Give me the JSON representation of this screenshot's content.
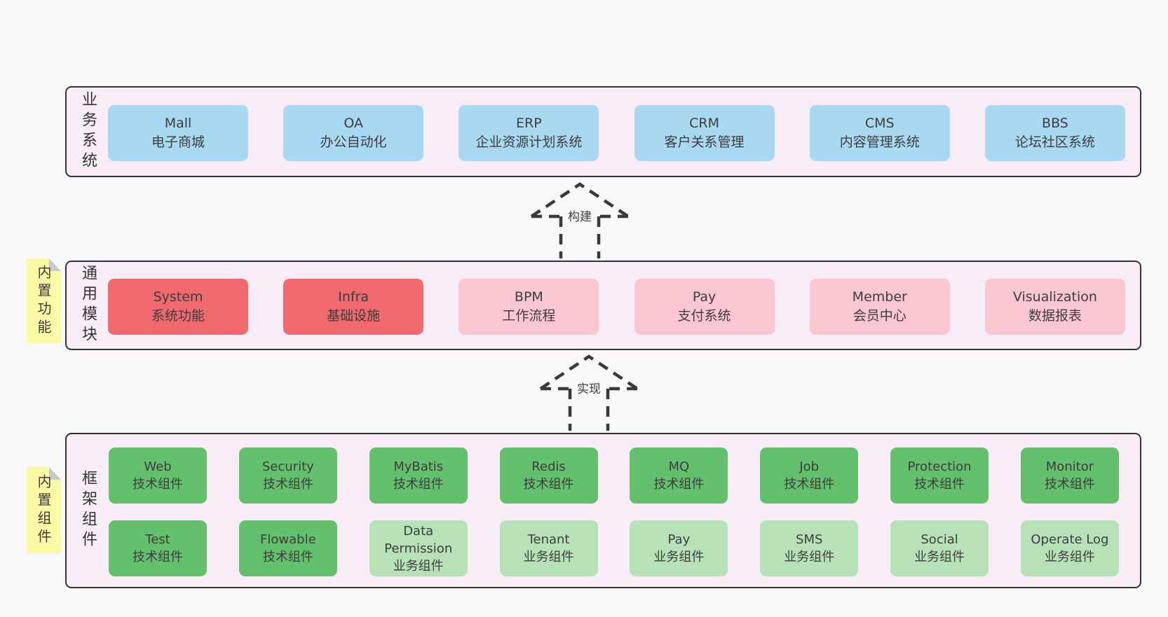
{
  "diagram": {
    "palette": {
      "background": "#f8f8f8",
      "container_fill": "#f8edf6",
      "container_border": "#333333",
      "note_yellow": "#fbf9a3",
      "note_fold": "#c9c9c9",
      "arrow_stroke": "#3a3a3a",
      "text": "#3d3d3d",
      "blue": "#a9d8f1",
      "red": "#f0696e",
      "pink": "#fac7d1",
      "green": "#63c06d",
      "lightgreen": "#b7e2b8"
    },
    "arrows": [
      {
        "label": "构建"
      },
      {
        "label": "实现"
      }
    ],
    "sections": [
      {
        "label": "业务系统",
        "rows": [
          [
            {
              "title": "Mall",
              "subtitle": "电子商城",
              "variant": "blue"
            },
            {
              "title": "OA",
              "subtitle": "办公自动化",
              "variant": "blue"
            },
            {
              "title": "ERP",
              "subtitle": "企业资源计划系统",
              "variant": "blue"
            },
            {
              "title": "CRM",
              "subtitle": "客户关系管理",
              "variant": "blue"
            },
            {
              "title": "CMS",
              "subtitle": "内容管理系统",
              "variant": "blue"
            },
            {
              "title": "BBS",
              "subtitle": "论坛社区系统",
              "variant": "blue"
            }
          ]
        ]
      },
      {
        "label": "通用模块",
        "note": "内置功能",
        "rows": [
          [
            {
              "title": "System",
              "subtitle": "系统功能",
              "variant": "red"
            },
            {
              "title": "Infra",
              "subtitle": "基础设施",
              "variant": "red"
            },
            {
              "title": "BPM",
              "subtitle": "工作流程",
              "variant": "pink"
            },
            {
              "title": "Pay",
              "subtitle": "支付系统",
              "variant": "pink"
            },
            {
              "title": "Member",
              "subtitle": "会员中心",
              "variant": "pink"
            },
            {
              "title": "Visualization",
              "subtitle": "数据报表",
              "variant": "pink"
            }
          ]
        ]
      },
      {
        "label": "框架组件",
        "note": "内置组件",
        "rows": [
          [
            {
              "title": "Web",
              "subtitle": "技术组件",
              "variant": "green"
            },
            {
              "title": "Security",
              "subtitle": "技术组件",
              "variant": "green"
            },
            {
              "title": "MyBatis",
              "subtitle": "技术组件",
              "variant": "green"
            },
            {
              "title": "Redis",
              "subtitle": "技术组件",
              "variant": "green"
            },
            {
              "title": "MQ",
              "subtitle": "技术组件",
              "variant": "green"
            },
            {
              "title": "Job",
              "subtitle": "技术组件",
              "variant": "green"
            },
            {
              "title": "Protection",
              "subtitle": "技术组件",
              "variant": "green"
            },
            {
              "title": "Monitor",
              "subtitle": "技术组件",
              "variant": "green"
            }
          ],
          [
            {
              "title": "Test",
              "subtitle": "技术组件",
              "variant": "green"
            },
            {
              "title": "Flowable",
              "subtitle": "技术组件",
              "variant": "green"
            },
            {
              "title": "Data Permission",
              "subtitle": "业务组件",
              "variant": "lightgreen"
            },
            {
              "title": "Tenant",
              "subtitle": "业务组件",
              "variant": "lightgreen"
            },
            {
              "title": "Pay",
              "subtitle": "业务组件",
              "variant": "lightgreen"
            },
            {
              "title": "SMS",
              "subtitle": "业务组件",
              "variant": "lightgreen"
            },
            {
              "title": "Social",
              "subtitle": "业务组件",
              "variant": "lightgreen"
            },
            {
              "title": "Operate Log",
              "subtitle": "业务组件",
              "variant": "lightgreen"
            }
          ]
        ]
      }
    ]
  }
}
